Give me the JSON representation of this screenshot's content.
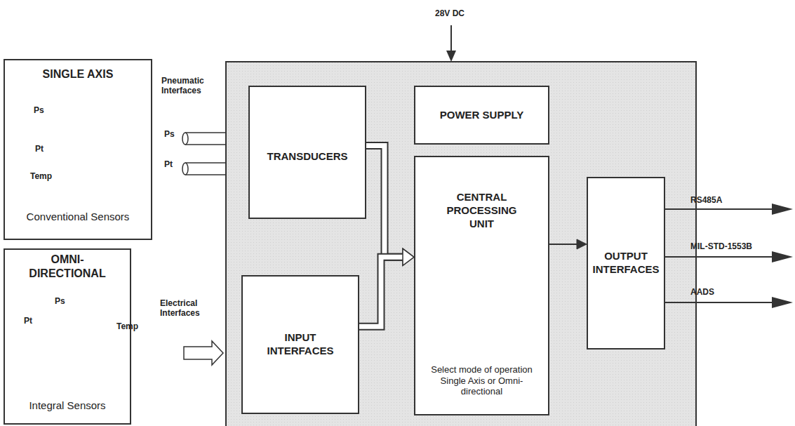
{
  "diagram": {
    "nodes": [
      {
        "text": [
          "SINGLE AXIS",
          "Conventional Sensors"
        ]
      },
      {
        "text": [
          "OMNI- DIRECTIONAL",
          "Integral Sensors"
        ]
      },
      {
        "text": [
          "TRANSDUCERS"
        ]
      },
      {
        "text": [
          "POWER SUPPLY"
        ]
      },
      {
        "text": [
          "CENTRAL PROCESSING UNIT",
          "Select mode of operation Single Axis or Omni-directional"
        ]
      },
      {
        "text": [
          "INPUT INTERFACES"
        ]
      },
      {
        "text": [
          "OUTPUT INTERFACES"
        ]
      }
    ],
    "edges": [
      {
        "from": 2,
        "to": 4,
        "arrow": "to"
      },
      {
        "from": 5,
        "to": 4,
        "arrow": "to"
      },
      {
        "from": 4,
        "to": 6,
        "arrow": "to"
      }
    ],
    "labels": [
      "Ps",
      "Pt",
      "Temp",
      "Ps",
      "Pt",
      "Temp",
      "28V DC",
      "Pneumatic Interfaces",
      "Ps",
      "Pt",
      "Electrical Interfaces",
      "RS485A",
      "MIL-STD-1553B",
      "AADS"
    ]
  }
}
